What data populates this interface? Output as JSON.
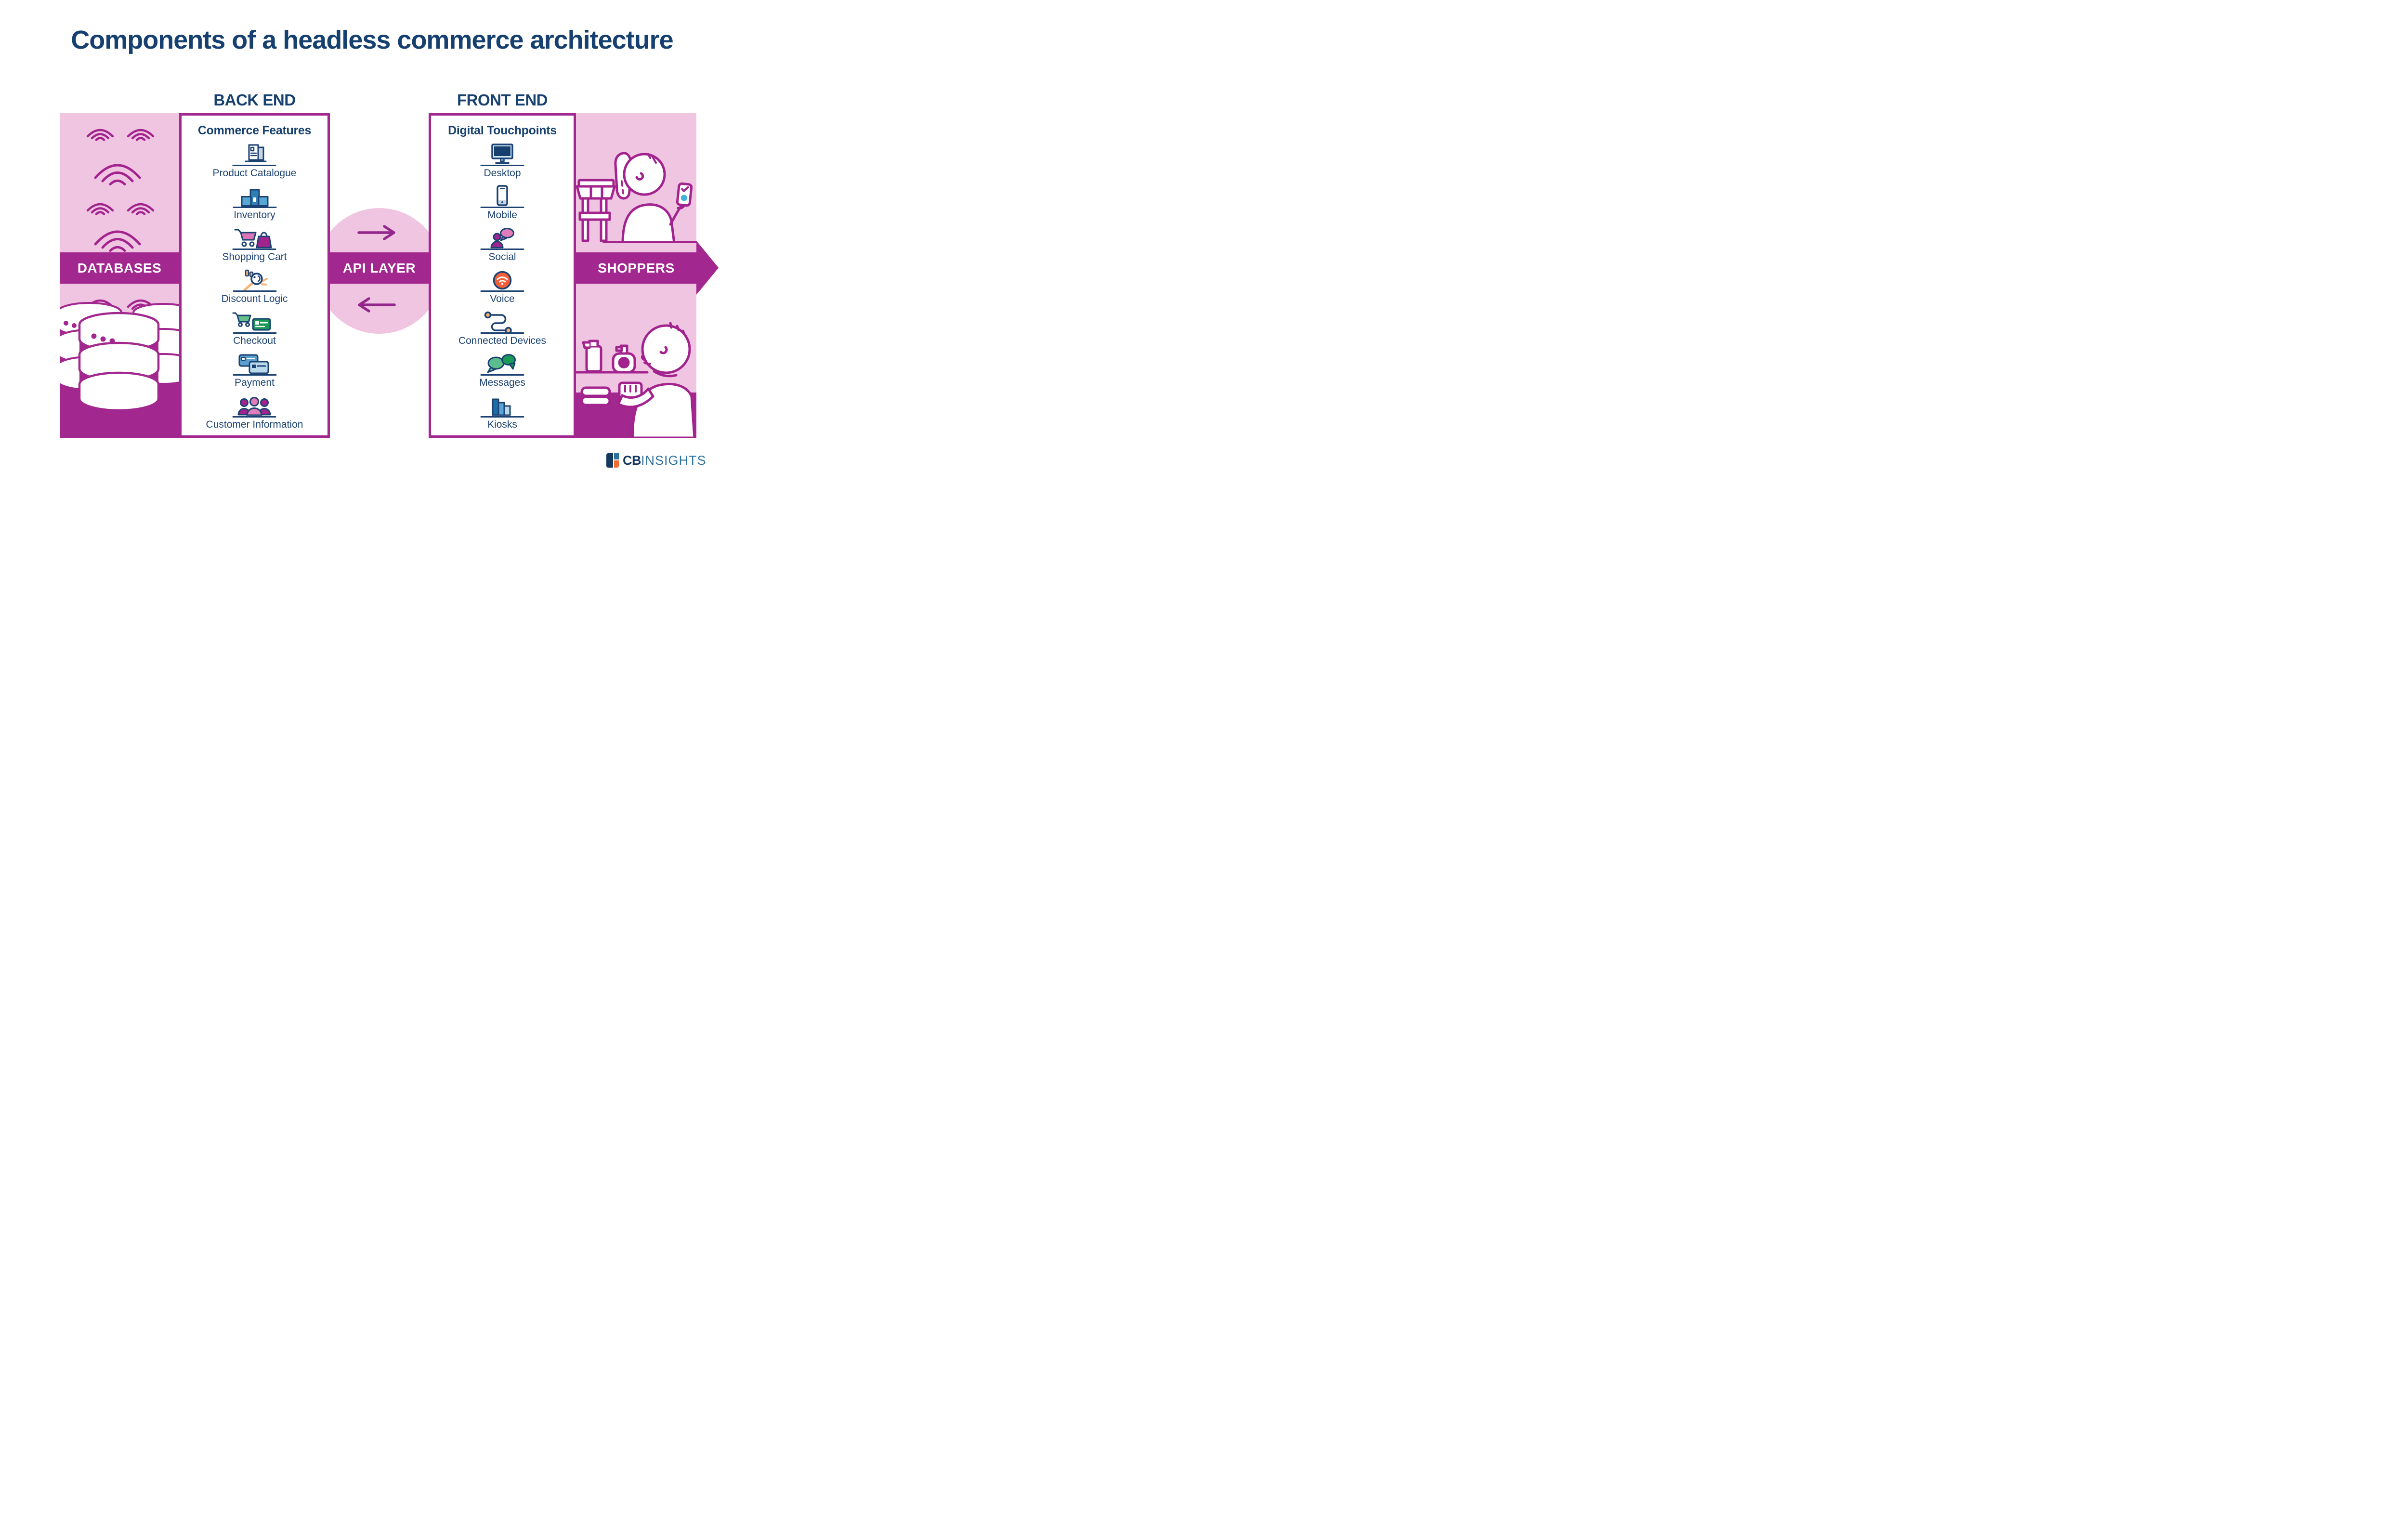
{
  "title": "Components of a headless commerce architecture",
  "back_end": {
    "header": "BACK END",
    "box_title": "Commerce Features",
    "items": [
      {
        "label": "Product Catalogue",
        "icon": "product-catalogue-icon"
      },
      {
        "label": "Inventory",
        "icon": "inventory-icon"
      },
      {
        "label": "Shopping Cart",
        "icon": "shopping-cart-icon"
      },
      {
        "label": "Discount Logic",
        "icon": "discount-logic-icon"
      },
      {
        "label": "Checkout",
        "icon": "checkout-icon"
      },
      {
        "label": "Payment",
        "icon": "payment-icon"
      },
      {
        "label": "Customer Information",
        "icon": "customer-information-icon"
      }
    ]
  },
  "front_end": {
    "header": "FRONT END",
    "box_title": "Digital Touchpoints",
    "items": [
      {
        "label": "Desktop",
        "icon": "desktop-icon"
      },
      {
        "label": "Mobile",
        "icon": "mobile-icon"
      },
      {
        "label": "Social",
        "icon": "social-icon"
      },
      {
        "label": "Voice",
        "icon": "voice-icon"
      },
      {
        "label": "Connected Devices",
        "icon": "connected-devices-icon"
      },
      {
        "label": "Messages",
        "icon": "messages-icon"
      },
      {
        "label": "Kiosks",
        "icon": "kiosks-icon"
      }
    ]
  },
  "api_layer": {
    "label": "API LAYER"
  },
  "left_panel": {
    "banner": "DATABASES"
  },
  "right_panel": {
    "banner": "SHOPPERS"
  },
  "logo": {
    "prefix": "CB",
    "suffix": "INSIGHTS"
  },
  "colors": {
    "navy": "#1B4273",
    "magenta": "#A2278F",
    "light_pink": "#F0C5E1",
    "blue_dark": "#2E7FB6",
    "blue_mid": "#58A7D4",
    "blue_light": "#BBD9EC",
    "green_mid": "#5BBD8B",
    "green_dark": "#199B55",
    "orange": "#F1603B",
    "orange_light": "#F8B571",
    "pink_accent": "#E07DBA",
    "teal": "#3FB4D8",
    "logo_navy": "#16395F",
    "logo_blue": "#2E73A0",
    "logo_orange": "#F26B2E"
  }
}
